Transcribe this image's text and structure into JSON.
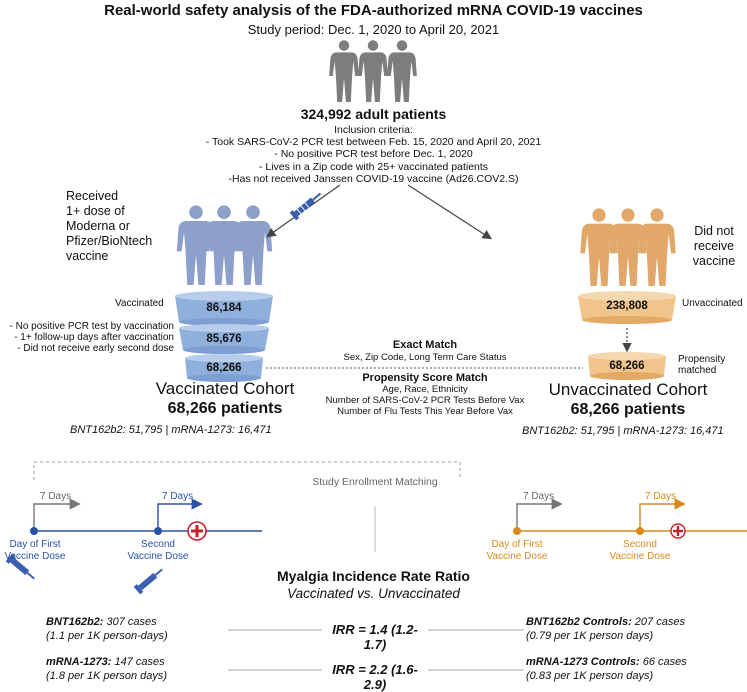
{
  "header": {
    "title": "Real-world safety analysis of the FDA-authorized mRNA COVID-19 vaccines",
    "study_period": "Study period: Dec. 1, 2020 to April 20, 2021"
  },
  "population": {
    "count": "324,992 adult patients",
    "criteria_title": "Inclusion criteria:",
    "criteria": [
      "- Took SARS-CoV-2 PCR test between Feb. 15, 2020 and April 20, 2021",
      "- No positive PCR test before Dec. 1, 2020",
      "- Lives in a Zip code with 25+ vaccinated patients",
      "-Has not received Janssen COVID-19 vaccine (Ad26.COV2.S)"
    ]
  },
  "vaccinated": {
    "received_label": [
      "Received",
      "1+ dose of",
      "Moderna or",
      "Pfizer/BioNtech",
      "vaccine"
    ],
    "side_label": "Vaccinated",
    "funnel": [
      "86,184",
      "85,676",
      "68,266"
    ],
    "exclusions": [
      "- No positive PCR test by vaccination",
      "- 1+ follow-up days after vaccination",
      "- Did not receive early second dose"
    ],
    "cohort_title": "Vaccinated Cohort",
    "cohort_count": "68,266 patients",
    "breakdown": "BNT162b2: 51,795 | mRNA-1273: 16,471"
  },
  "unvaccinated": {
    "label": [
      "Did not",
      "receive",
      "vaccine"
    ],
    "side_label": "Unvaccinated",
    "funnel": [
      "238,808",
      "68,266"
    ],
    "propensity_label": [
      "Propensity",
      "matched"
    ],
    "cohort_title": "Unvaccinated Cohort",
    "cohort_count": "68,266 patients",
    "breakdown": "BNT162b2: 51,795 | mRNA-1273: 16,471"
  },
  "matching": {
    "exact_title": "Exact Match",
    "exact_text": "Sex, Zip Code, Long Term Care Status",
    "propensity_title": "Propensity Score Match",
    "propensity_lines": [
      "Age, Race, Ethnicity",
      "Number of SARS-CoV-2 PCR Tests Before Vax",
      "Number of Flu Tests This Year Before Vax"
    ]
  },
  "timeline": {
    "enrollment_label": "Study Enrollment Matching",
    "seven_days": "7 Days",
    "first_dose": [
      "Day of First",
      "Vaccine Dose"
    ],
    "second_dose": [
      "Second",
      "Vaccine Dose"
    ]
  },
  "results": {
    "title": "Myalgia Incidence Rate Ratio",
    "subtitle": "Vaccinated vs. Unvaccinated",
    "rows": [
      {
        "left_bold": "BNT162b2:",
        "left_rest": " 307 cases",
        "left_rate": "(1.1 per 1K person-days)",
        "irr": "IRR = 1.4 (1.2-1.7)",
        "right_bold": "BNT162b2 Controls:",
        "right_rest": " 207 cases",
        "right_rate": "(0.79 per 1K person days)"
      },
      {
        "left_bold": "mRNA-1273:",
        "left_rest": " 147 cases",
        "left_rate": "(1.8 per 1K person days)",
        "irr": "IRR = 2.2 (1.6-2.9)",
        "right_bold": "mRNA-1273 Controls:",
        "right_rest": " 66 cases",
        "right_rate": "(0.83 per 1K person days)"
      }
    ]
  },
  "colors": {
    "gray_person": "#7d7d7d",
    "blue_person": "#8da0cc",
    "orange_person": "#e2a86a",
    "blue_funnel": "#8fb0dd",
    "orange_funnel": "#f0c48a",
    "blue_line": "#2a52a3",
    "orange_line": "#d98a1a",
    "red_cross": "#c8202a"
  }
}
